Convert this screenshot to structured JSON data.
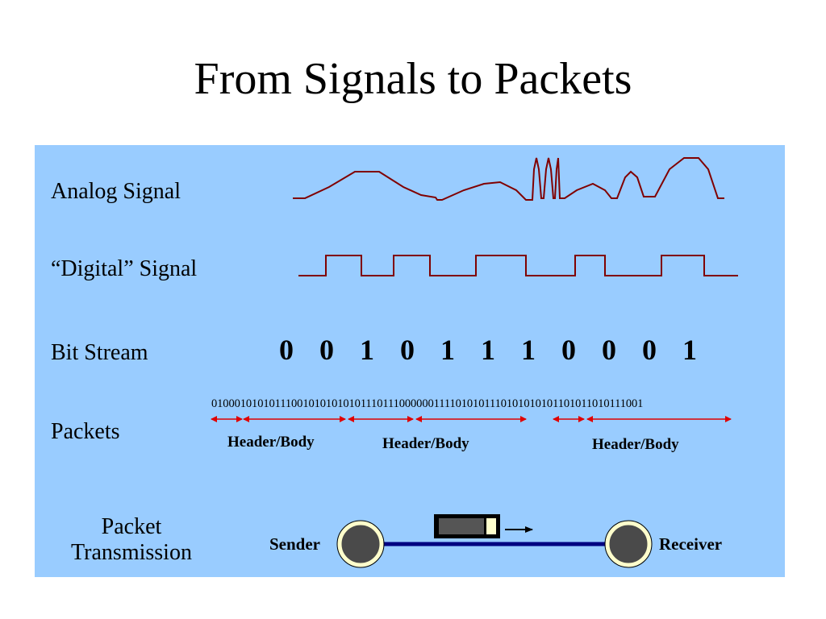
{
  "slide": {
    "title": "From Signals to Packets"
  },
  "rows": {
    "analog_label": "Analog Signal",
    "digital_label": "“Digital” Signal",
    "bitstream_label": "Bit Stream",
    "packets_label": "Packets",
    "transmission_label_line1": "Packet",
    "transmission_label_line2": "Transmission"
  },
  "bit_stream": {
    "bits": [
      "0",
      "0",
      "1",
      "0",
      "1",
      "1",
      "1",
      "0",
      "0",
      "0",
      "1"
    ]
  },
  "packets": {
    "binary_string": "0100010101011100101010101011101110000001111010101110101010101101011010111001",
    "segments": [
      {
        "label": "Header/Body"
      },
      {
        "label": "Header/Body"
      },
      {
        "label": "Header/Body"
      }
    ]
  },
  "transmission": {
    "sender_label": "Sender",
    "receiver_label": "Receiver"
  },
  "colors": {
    "panel": "#99ccff",
    "signal": "#800000",
    "arrow": "#e00000",
    "link": "#000080",
    "node_fill": "#4a4a4a",
    "node_ring": "#ffffcc"
  }
}
